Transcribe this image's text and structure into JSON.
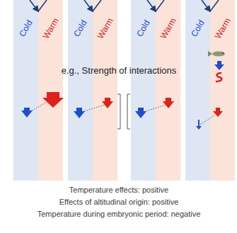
{
  "diagram": {
    "nodes": [
      {
        "text": [
          "Cold"
        ]
      },
      {
        "text": [
          "Warm"
        ]
      },
      {
        "text": [
          "Cold"
        ]
      },
      {
        "text": [
          "Warm"
        ]
      },
      {
        "text": [
          "Cold"
        ]
      },
      {
        "text": [
          "Warm"
        ]
      },
      {
        "text": [
          "Cold"
        ]
      },
      {
        "text": [
          "Warm"
        ]
      }
    ],
    "labels": [
      "e.g., Strength of interactions",
      "Temperature effects: positive",
      "Effects of altitudinal origin: positive",
      "Temperature during embryonic period: negative"
    ]
  }
}
